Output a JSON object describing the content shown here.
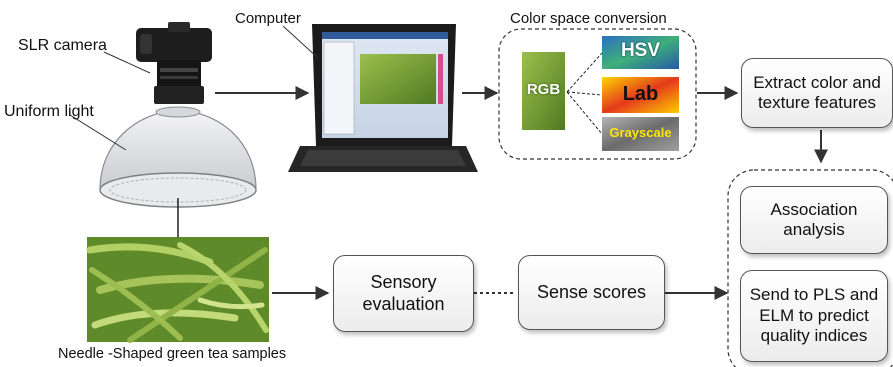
{
  "labels": {
    "slr_camera": "SLR camera",
    "uniform_light": "Uniform light",
    "computer": "Computer",
    "color_space_conversion": "Color space conversion",
    "samples": "Needle -Shaped green tea samples"
  },
  "color_spaces": {
    "rgb": "RGB",
    "hsv": "HSV",
    "lab": "Lab",
    "grayscale": "Grayscale"
  },
  "boxes": {
    "extract_features": "Extract color and texture features",
    "association_analysis": "Association analysis",
    "send_to_pls_elm": "Send to PLS and ELM to predict quality indices",
    "sensory_evaluation": "Sensory evaluation",
    "sense_scores": "Sense scores"
  },
  "colors": {
    "arrow": "#333333",
    "tea_green": "#6f9a35",
    "box_border": "#555555"
  }
}
